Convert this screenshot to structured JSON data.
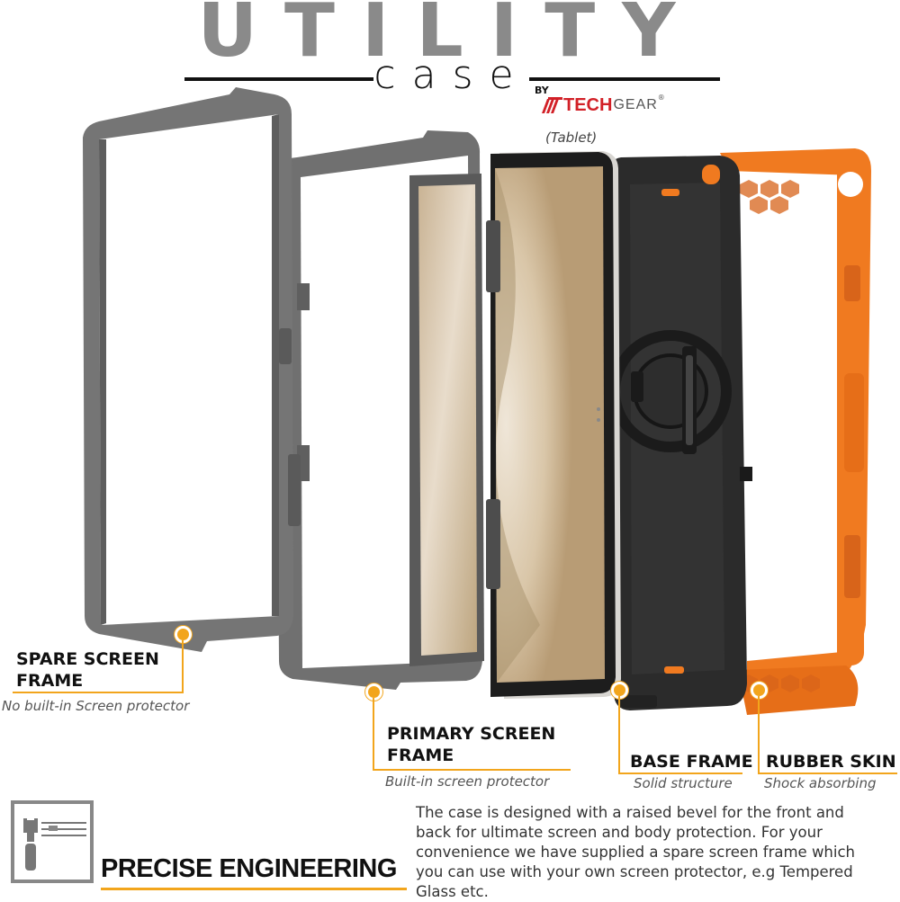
{
  "header": {
    "title": "UTILITY",
    "subtitle": "case",
    "by_label": "BY",
    "brand": {
      "part1": "TECH",
      "part2": "GEAR",
      "registered": "®",
      "accent_color": "#d22027"
    }
  },
  "tablet_label": "(Tablet)",
  "callouts": {
    "spare": {
      "title": "SPARE SCREEN FRAME",
      "subtitle": "No built-in Screen protector"
    },
    "primary": {
      "title": "PRIMARY SCREEN FRAME",
      "subtitle": "Built-in screen protector"
    },
    "base": {
      "title": "BASE FRAME",
      "subtitle": "Solid structure"
    },
    "rubber": {
      "title": "RUBBER SKIN",
      "subtitle": "Shock absorbing"
    }
  },
  "engineering": {
    "heading": "PRECISE ENGINEERING",
    "icon": "tools-icon",
    "body": "The case is designed with a raised bevel for the front and back for ultimate screen and body protection. For your convenience we have supplied a spare screen frame which you can use with your own screen protector, e.g Tempered Glass etc."
  },
  "colors": {
    "accent": "#f2a51c",
    "frame_gray": "#6e6e6e",
    "rubber_orange": "#f07a20",
    "base_black": "#2a2a2a",
    "brand_red": "#d22027"
  }
}
